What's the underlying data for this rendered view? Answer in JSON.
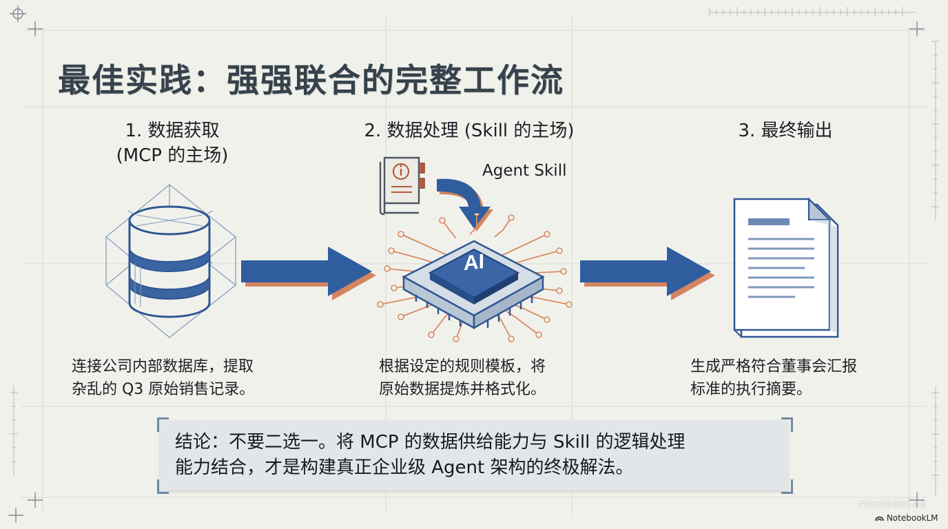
{
  "title": "最佳实践：强强联合的完整工作流",
  "steps": [
    {
      "title_line1": "1. 数据获取",
      "title_line2": "(MCP 的主场)",
      "desc_line1": "连接公司内部数据库，提取",
      "desc_line2": "杂乱的 Q3 原始销售记录。",
      "icon": "database-icon"
    },
    {
      "title_line1": "2. 数据处理 (Skill 的主场)",
      "desc_line1": "根据设定的规则模板，将",
      "desc_line2": "原始数据提炼并格式化。",
      "icon": "ai-chip-icon",
      "chip_label": "AI",
      "side_label": "Agent Skill",
      "book_icon": "manual-book-icon"
    },
    {
      "title_line1": "3. 最终输出",
      "desc_line1": "生成严格符合董事会汇报",
      "desc_line2": "标准的执行摘要。",
      "icon": "document-icon"
    }
  ],
  "conclusion": {
    "line1": "结论：不要二选一。将 MCP 的数据供给能力与 Skill 的逻辑处理",
    "line2": "能力结合，才是构建真正企业级 Agent 架构的终极解法。"
  },
  "watermark": "ricoxueai.cn",
  "brand": "NotebookLM",
  "colors": {
    "background": "#f1f1ec",
    "arrow_blue": "#2f5d9e",
    "arrow_shadow": "#d58460",
    "line_blue": "#3a5f96",
    "circuit_orange": "#d98a5e"
  }
}
